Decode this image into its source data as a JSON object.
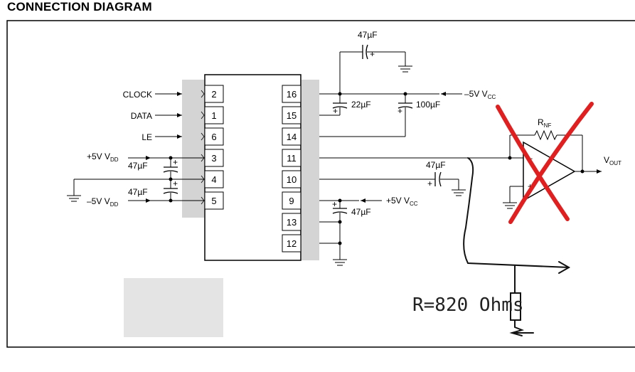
{
  "title": "CONNECTION DIAGRAM",
  "inputs": {
    "clock": "CLOCK",
    "data": "DATA",
    "le": "LE",
    "vdd_pos_main": "+5V V",
    "vdd_pos_sub": "DD",
    "vdd_neg_main": "–5V V",
    "vdd_neg_sub": "DD"
  },
  "pins_left": [
    "2",
    "1",
    "6",
    "3",
    "4",
    "5"
  ],
  "pins_right": [
    "16",
    "15",
    "14",
    "11",
    "10",
    "9",
    "13",
    "12"
  ],
  "caps": {
    "top": "47µF",
    "c22": "22µF",
    "c100": "100µF",
    "c47_vdd_pos": "47µF",
    "c47_vdd_neg": "47µF",
    "c47_out": "47µF",
    "c47_vcc": "47µF"
  },
  "supplies": {
    "vcc_neg_main": "–5V V",
    "vcc_neg_sub": "CC",
    "vcc_pos_main": "+5V V",
    "vcc_pos_sub": "CC"
  },
  "opamp": {
    "rnf_main": "R",
    "rnf_sub": "NF",
    "vout_main": "V",
    "vout_sub": "OUT",
    "minus": "–",
    "plus": "+"
  },
  "annotation": {
    "resistor_text": "R=820 Ohms",
    "cross_color": "#e02020"
  }
}
